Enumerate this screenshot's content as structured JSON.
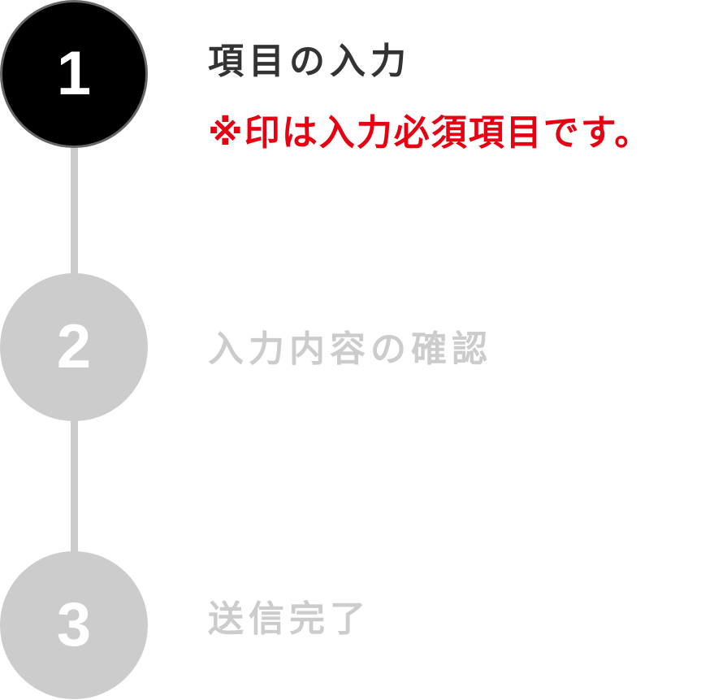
{
  "steps": [
    {
      "number": "1",
      "label": "項目の入力",
      "state": "active"
    },
    {
      "number": "2",
      "label": "入力内容の確認",
      "state": "inactive"
    },
    {
      "number": "3",
      "label": "送信完了",
      "state": "inactive"
    }
  ],
  "required_note": "※印は入力必須項目です。",
  "colors": {
    "active_circle": "#000000",
    "inactive_circle": "#cccccc",
    "active_text": "#333333",
    "inactive_text": "#cccccc",
    "required_note": "#e60012",
    "connector": "#cccccc"
  }
}
